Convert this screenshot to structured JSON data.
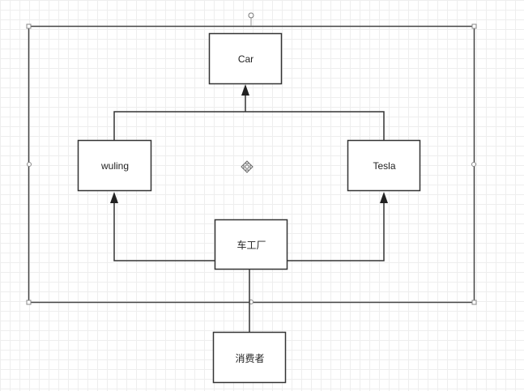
{
  "diagram": {
    "nodes": {
      "car": "Car",
      "wuling": "wuling",
      "tesla": "Tesla",
      "factory": "车工厂",
      "consumer": "消费者"
    },
    "colors": {
      "stroke": "#333333",
      "selection": "#555555",
      "grid": "#eeeeee",
      "background": "#ffffff"
    },
    "icons": [
      "move-icon",
      "rotate-handle-icon"
    ]
  }
}
